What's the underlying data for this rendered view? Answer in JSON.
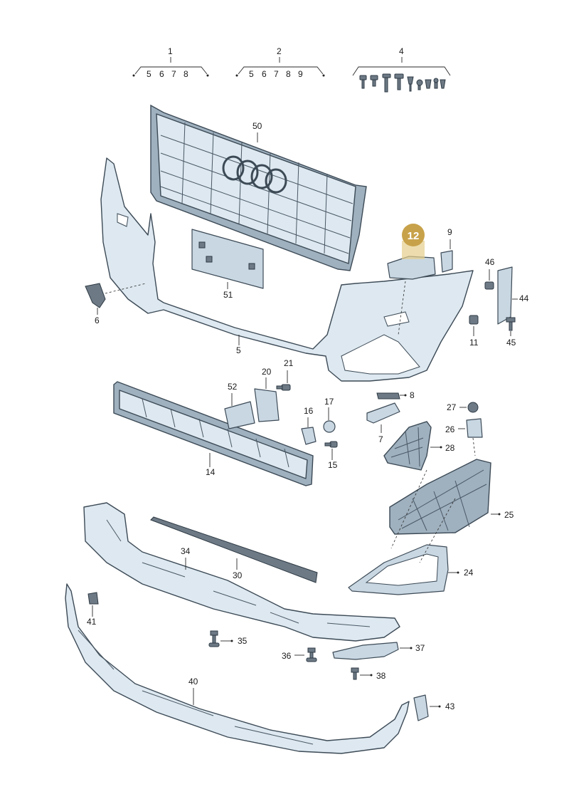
{
  "callout": {
    "number": "12",
    "color": "#c8a24a"
  },
  "kits": [
    {
      "number": "1",
      "items": [
        "5",
        "6",
        "7",
        "8"
      ]
    },
    {
      "number": "2",
      "items": [
        "5",
        "6",
        "7",
        "8",
        "9"
      ]
    },
    {
      "number": "4",
      "items": []
    }
  ],
  "labels": {
    "p50": "50",
    "p51": "51",
    "p5": "5",
    "p6": "6",
    "p9": "9",
    "p46": "46",
    "p44": "44",
    "p11": "11",
    "p45": "45",
    "p8": "8",
    "p7": "7",
    "p20": "20",
    "p21": "21",
    "p52": "52",
    "p16": "16",
    "p17": "17",
    "p15": "15",
    "p14": "14",
    "p27": "27",
    "p26": "26",
    "p28": "28",
    "p25": "25",
    "p24": "24",
    "p34": "34",
    "p30": "30",
    "p41": "41",
    "p35": "35",
    "p36": "36",
    "p37": "37",
    "p38": "38",
    "p40": "40",
    "p43": "43"
  }
}
